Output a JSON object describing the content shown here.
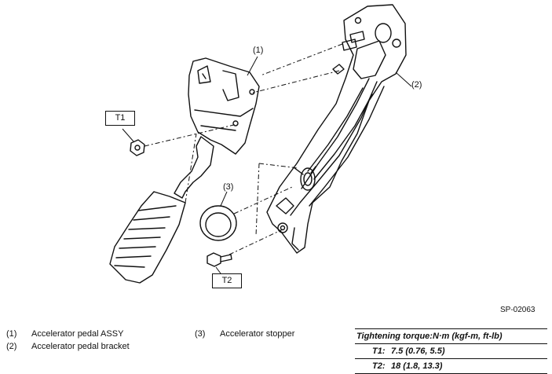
{
  "callouts": {
    "c1": "(1)",
    "c2": "(2)",
    "c3": "(3)"
  },
  "torque_labels": {
    "t1": "T1",
    "t2": "T2"
  },
  "figure_code": "SP-02063",
  "legend": [
    {
      "num": "(1)",
      "text": "Accelerator pedal ASSY"
    },
    {
      "num": "(2)",
      "text": "Accelerator pedal bracket"
    },
    {
      "num": "(3)",
      "text": "Accelerator stopper"
    }
  ],
  "torque_table": {
    "heading": "Tightening torque:N·m (kgf-m, ft-lb)",
    "rows": [
      {
        "label": "T1:",
        "value": "7.5 (0.76, 5.5)"
      },
      {
        "label": "T2:",
        "value": "18 (1.8, 13.3)"
      }
    ]
  }
}
